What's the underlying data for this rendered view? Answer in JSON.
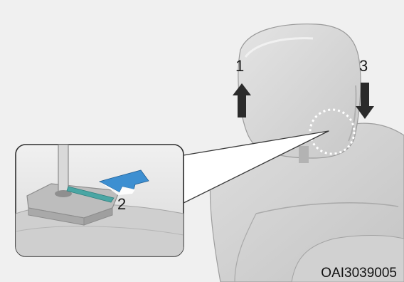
{
  "figure": {
    "callouts": {
      "lift": "1",
      "press_button": "2",
      "lower": "3"
    },
    "image_code": "OAI3039005"
  },
  "colors": {
    "background": "#e9e9e9",
    "seat": "#d6d6d6",
    "seat_shadow": "#b9b9b9",
    "arrow_dark": "#2b2b2b",
    "arrow_blue": "#3d8fd1",
    "button_strip": "#4aa6a4",
    "dotted_circle": "#ffffff"
  }
}
